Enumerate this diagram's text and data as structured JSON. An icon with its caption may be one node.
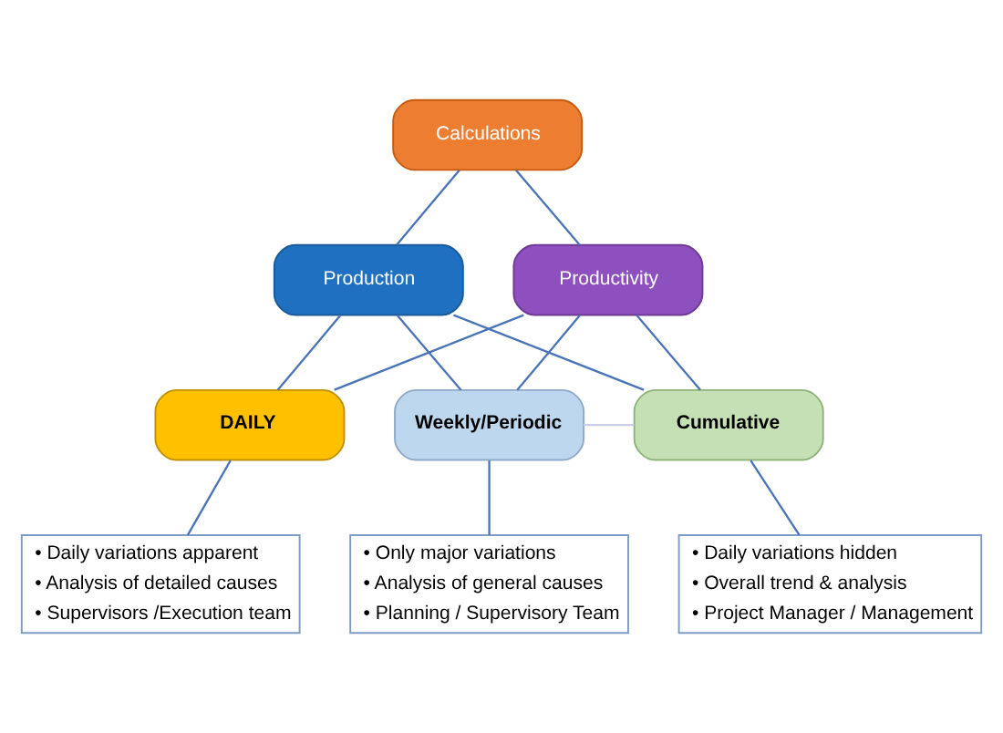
{
  "diagram": {
    "nodes": [
      {
        "text": [
          "Calculations"
        ]
      },
      {
        "text": [
          "Production"
        ]
      },
      {
        "text": [
          "Productivity"
        ]
      },
      {
        "text": [
          "DAILY"
        ]
      },
      {
        "text": [
          "Weekly/Periodic"
        ]
      },
      {
        "text": [
          "Cumulative"
        ]
      },
      {
        "text": [
          "• Daily variations apparent",
          "• Analysis of detailed causes",
          "• Supervisors /Execution team"
        ]
      },
      {
        "text": [
          "• Only major variations",
          "• Analysis of general causes",
          "• Planning / Supervisory Team"
        ]
      },
      {
        "text": [
          "• Daily variations hidden",
          "• Overall trend & analysis",
          "• Project Manager / Management"
        ]
      }
    ],
    "edges": [
      {
        "from": 0,
        "to": 1,
        "arrow": "none"
      },
      {
        "from": 0,
        "to": 2,
        "arrow": "none"
      },
      {
        "from": 1,
        "to": 3,
        "arrow": "none"
      },
      {
        "from": 1,
        "to": 4,
        "arrow": "none"
      },
      {
        "from": 1,
        "to": 5,
        "arrow": "none"
      },
      {
        "from": 2,
        "to": 3,
        "arrow": "none"
      },
      {
        "from": 2,
        "to": 4,
        "arrow": "none"
      },
      {
        "from": 2,
        "to": 5,
        "arrow": "none"
      },
      {
        "from": 4,
        "to": 5,
        "arrow": "none",
        "color": "#c8cde8"
      },
      {
        "from": 3,
        "to": 6,
        "arrow": "none"
      },
      {
        "from": 4,
        "to": 7,
        "arrow": "none"
      },
      {
        "from": 5,
        "to": 8,
        "arrow": "none"
      }
    ]
  }
}
